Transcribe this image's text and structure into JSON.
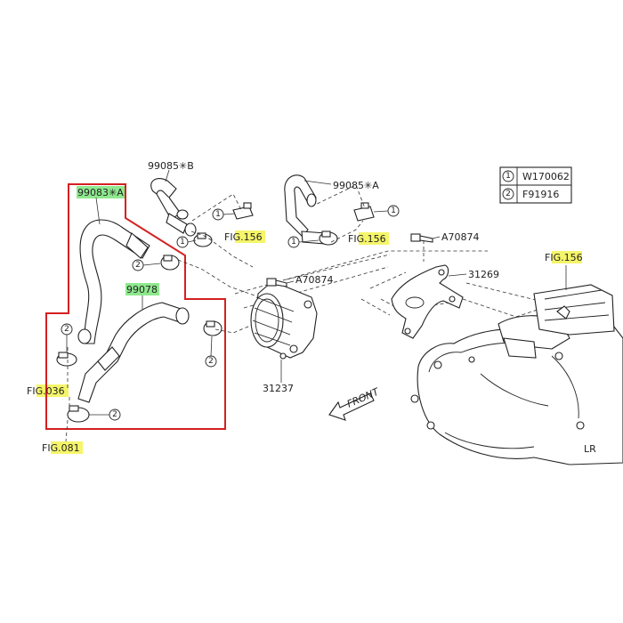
{
  "colors": {
    "highlight_green": "#8ee88e",
    "highlight_yellow": "#f5f56a",
    "outline_red": "#d42020",
    "line": "#222222"
  },
  "legend": {
    "rows": [
      {
        "num": "1",
        "code": "W170062"
      },
      {
        "num": "2",
        "code": "F91916"
      }
    ]
  },
  "labels": {
    "hose_99085_b": "99085✳B",
    "hose_99085_a": "99085✳A",
    "hose_99083_a": "99083✳A",
    "hose_99078": "99078",
    "fig156_a": "FIG.156",
    "fig156_b": "FIG.156",
    "fig156_c": "FIG.156",
    "fig036": "FIG.036",
    "fig081": "FIG.081",
    "bolt_a70874_a": "A70874",
    "bolt_a70874_b": "A70874",
    "bracket_31269": "31269",
    "cooler_31237": "31237",
    "front": "FRONT"
  },
  "callouts": {
    "c1": "1",
    "c2": "1",
    "c3": "1",
    "c4": "1",
    "c5": "2",
    "c6": "2",
    "c7": "2",
    "c8": "2"
  }
}
